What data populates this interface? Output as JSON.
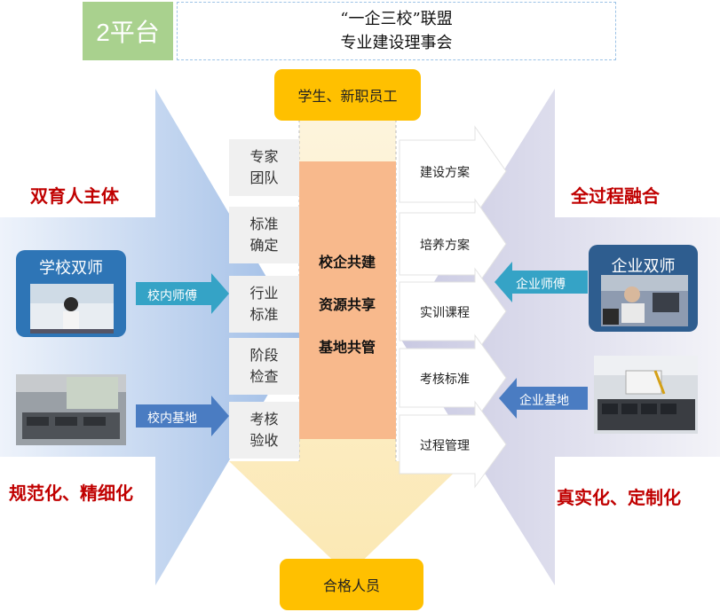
{
  "header": {
    "platform_badge": "2平台",
    "title_line1": "“一企三校”联盟",
    "title_line2": "专业建设理事会"
  },
  "top_input": "学生、新职员工",
  "bottom_output": "合格人员",
  "left_side": {
    "headline": "双育人主体",
    "footer": "规范化、精细化",
    "school_teacher_title": "学校双师",
    "arrow_teacher": "校内师傅",
    "arrow_base": "校内基地"
  },
  "right_side": {
    "headline": "全过程融合",
    "footer": "真实化、定制化",
    "enterprise_teacher_title": "企业双师",
    "arrow_teacher": "企业师傅",
    "arrow_base": "企业基地"
  },
  "process_steps": [
    {
      "line1": "专家",
      "line2": "团队"
    },
    {
      "line1": "标准",
      "line2": "确定"
    },
    {
      "line1": "行业",
      "line2": "标准"
    },
    {
      "line1": "阶段",
      "line2": "检查"
    },
    {
      "line1": "考核",
      "line2": "验收"
    }
  ],
  "center": {
    "line1": "校企共建",
    "line2": "资源共享",
    "line3": "基地共管"
  },
  "outputs": [
    "建设方案",
    "培养方案",
    "实训课程",
    "考核标准",
    "过程管理"
  ],
  "colors": {
    "left_arrow_blue": "#a9c4e8",
    "right_arrow_lavender": "#d8d8ec",
    "center_orange": "#f8b98c",
    "down_arrow_cream": "#fdf1cf",
    "yellow_box": "#ffc000",
    "title_red": "#c00000",
    "badge_green": "#a9d18e",
    "teal_arrow": "#35a3c6"
  }
}
